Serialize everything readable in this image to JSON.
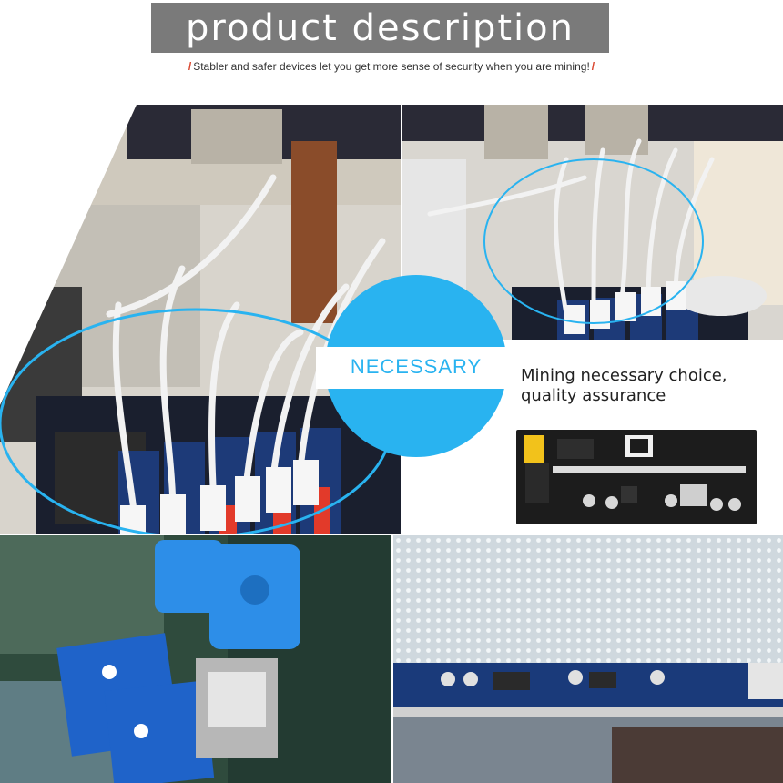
{
  "header": {
    "title": "product description",
    "tagline": "Stabler and safer devices let you get more sense of security when you are mining!",
    "slash_left": "/",
    "slash_right": "/"
  },
  "badge": {
    "label": "NECESSARY",
    "accent": "#29b3f0"
  },
  "info": {
    "line1": "Mining necessary choice,",
    "line2": "quality assurance"
  },
  "colors": {
    "title_bg": "#7a7a7a",
    "pcb": "#1d3a78",
    "cable": "#f2f2f2"
  }
}
